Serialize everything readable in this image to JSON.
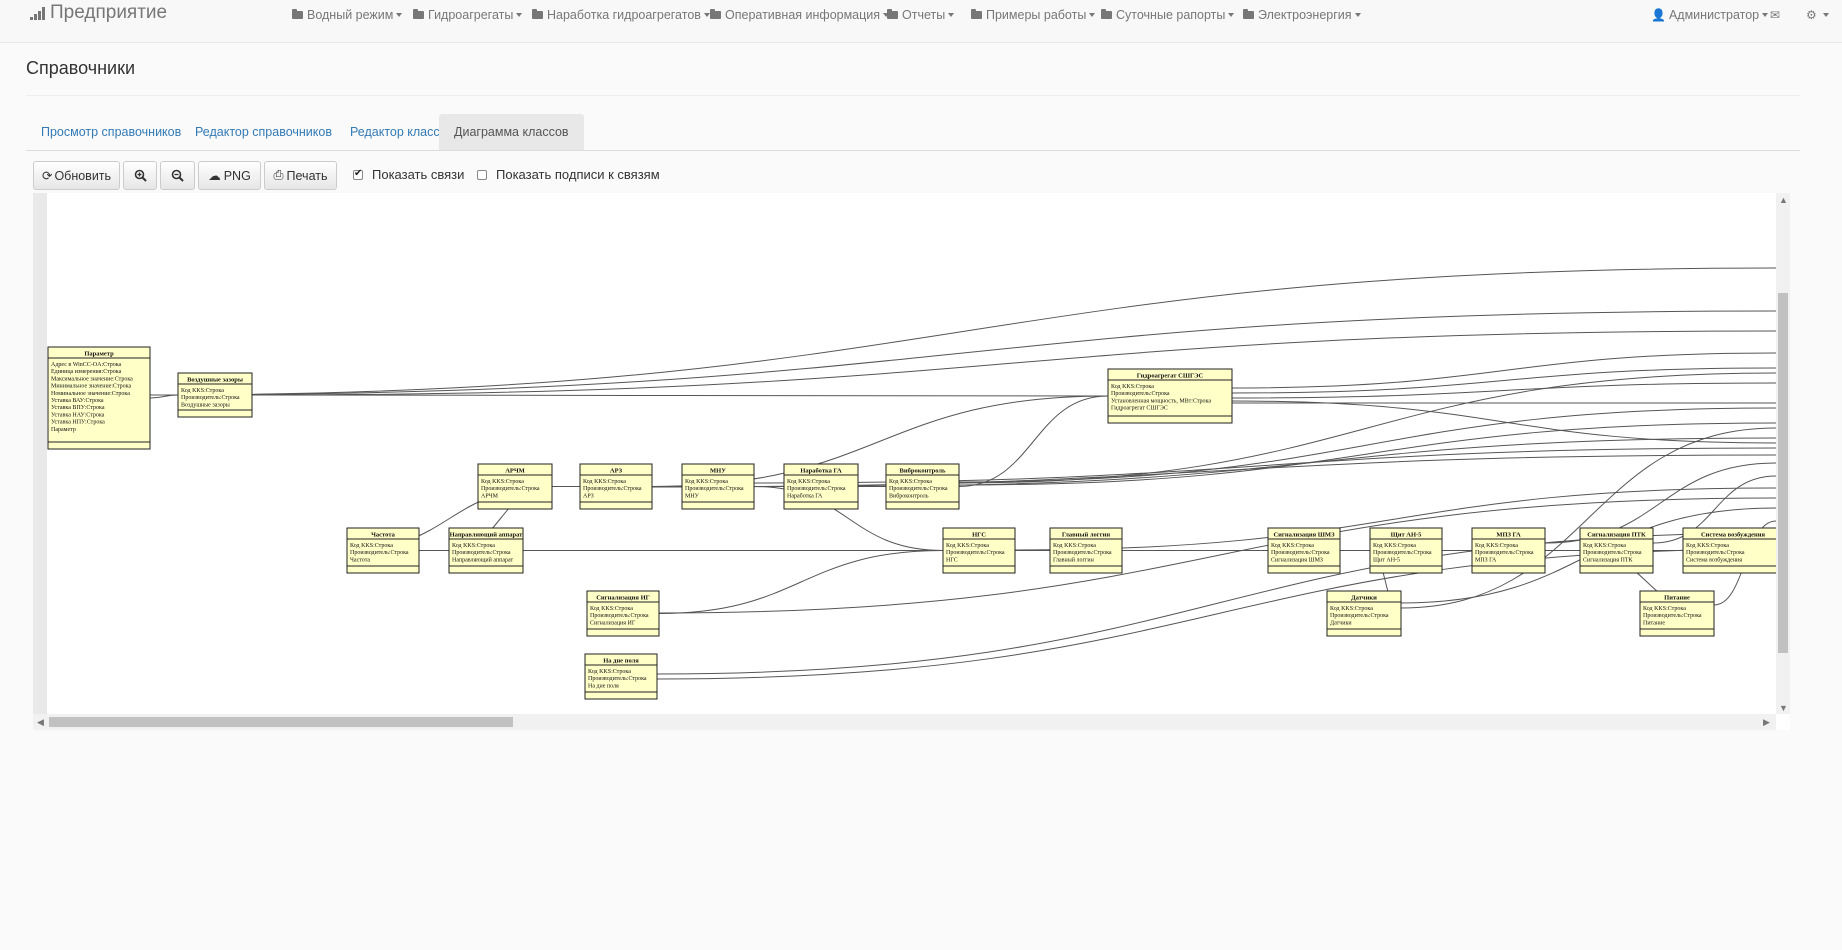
{
  "app": {
    "brand": "Предприятие"
  },
  "nav": {
    "items": [
      {
        "label": "Водный режим"
      },
      {
        "label": "Гидроагрегаты"
      },
      {
        "label": "Наработка гидроагрегатов"
      },
      {
        "label": "Оперативная информация"
      },
      {
        "label": "Отчеты"
      },
      {
        "label": "Примеры работы"
      },
      {
        "label": "Суточные рапорты"
      },
      {
        "label": "Электроэнергия"
      }
    ],
    "user": "Администратор"
  },
  "page": {
    "title": "Справочники"
  },
  "tabs": [
    {
      "label": "Просмотр справочников"
    },
    {
      "label": "Редактор справочников"
    },
    {
      "label": "Редактор классов"
    },
    {
      "label": "Диаграмма классов",
      "active": true
    }
  ],
  "toolbar": {
    "refresh": "Обновить",
    "png": "PNG",
    "print": "Печать",
    "show_links": {
      "label": "Показать связи",
      "checked": true
    },
    "show_link_labels": {
      "label": "Показать подписи к связям",
      "checked": false
    }
  },
  "diagram": {
    "classes": [
      {
        "name": "Параметр",
        "fields": [
          "Адрес в WinCC-OA:Строка",
          "Единица измерения:Строка",
          "Максимальное значение:Строка",
          "Минимальное значение:Строка",
          "Номинальное значение:Строка",
          "Уставка ВАУ:Строка",
          "Уставка ВПУ:Строка",
          "Уставка НАУ:Строка",
          "Уставка НПУ:Строка",
          "Параметр"
        ]
      },
      {
        "name": "Воздушные зазоры",
        "fields": [
          "Код KKS:Строка",
          "Производитель:Строка",
          "Воздушные зазоры"
        ]
      },
      {
        "name": "Гидроагрегат СШГЭС",
        "fields": [
          "Код KKS:Строка",
          "Производитель:Строка",
          "Установленная мощность, МВт:Строка",
          "Гидроагрегат СШГЭС"
        ]
      },
      {
        "name": "АРЧМ",
        "fields": [
          "Код KKS:Строка",
          "Производитель:Строка",
          "АРЧМ"
        ]
      },
      {
        "name": "АРЗ",
        "fields": [
          "Код KKS:Строка",
          "Производитель:Строка",
          "АРЗ"
        ]
      },
      {
        "name": "МНУ",
        "fields": [
          "Код KKS:Строка",
          "Производитель:Строка",
          "МНУ"
        ]
      },
      {
        "name": "Наработка ГА",
        "fields": [
          "Код KKS:Строка",
          "Производитель:Строка",
          "Наработка ГА"
        ]
      },
      {
        "name": "Виброконтроль",
        "fields": [
          "Код KKS:Строка",
          "Производитель:Строка",
          "Виброконтроль"
        ]
      },
      {
        "name": "Частота",
        "fields": [
          "Код KKS:Строка",
          "Производитель:Строка",
          "Частота"
        ]
      },
      {
        "name": "Направляющий аппарат",
        "fields": [
          "Код KKS:Строка",
          "Производитель:Строка",
          "Направляющий аппарат"
        ]
      },
      {
        "name": "НГС",
        "fields": [
          "Код KKS:Строка",
          "Производитель:Строка",
          "НГС"
        ]
      },
      {
        "name": "Главный логгин",
        "fields": [
          "Код KKS:Строка",
          "Производитель:Строка",
          "Главный логгин"
        ]
      },
      {
        "name": "Сигнализация ШМЗ",
        "fields": [
          "Код KKS:Строка",
          "Производитель:Строка",
          "Сигнализация ШМЗ"
        ]
      },
      {
        "name": "Щит АН-5",
        "fields": [
          "Код KKS:Строка",
          "Производитель:Строка",
          "Щит АН-5"
        ]
      },
      {
        "name": "МПЗ ГА",
        "fields": [
          "Код KKS:Строка",
          "Производитель:Строка",
          "МПЗ ГА"
        ]
      },
      {
        "name": "Сигнализация ПТК",
        "fields": [
          "Код KKS:Строка",
          "Производитель:Строка",
          "Сигнализация ПТК"
        ]
      },
      {
        "name": "Система возбуждения",
        "fields": [
          "Код KKS:Строка",
          "Производитель:Строка",
          "Система возбуждения"
        ]
      },
      {
        "name": "Сигнализация ИГ",
        "fields": [
          "Код KKS:Строка",
          "Производитель:Строка",
          "Сигнализация ИГ"
        ]
      },
      {
        "name": "Датчики",
        "fields": [
          "Код KKS:Строка",
          "Производитель:Строка",
          "Датчики"
        ]
      },
      {
        "name": "Питание",
        "fields": [
          "Код KKS:Строка",
          "Производитель:Строка",
          "Питание"
        ]
      },
      {
        "name": "На дне поля",
        "fields": [
          "Код KKS:Строка",
          "Производитель:Строка",
          "На дне поля"
        ]
      }
    ],
    "links": [
      [
        0,
        1
      ],
      [
        1,
        2
      ],
      [
        3,
        8
      ],
      [
        3,
        9
      ],
      [
        3,
        4
      ],
      [
        4,
        5
      ],
      [
        5,
        6
      ],
      [
        6,
        7
      ],
      [
        7,
        2
      ],
      [
        9,
        10
      ],
      [
        10,
        11
      ],
      [
        11,
        12
      ],
      [
        12,
        13
      ],
      [
        13,
        14
      ],
      [
        14,
        15
      ],
      [
        15,
        16
      ],
      [
        17,
        10
      ],
      [
        18,
        13
      ],
      [
        19,
        15
      ],
      [
        5,
        10
      ],
      [
        4,
        2
      ],
      [
        8,
        9
      ]
    ]
  }
}
